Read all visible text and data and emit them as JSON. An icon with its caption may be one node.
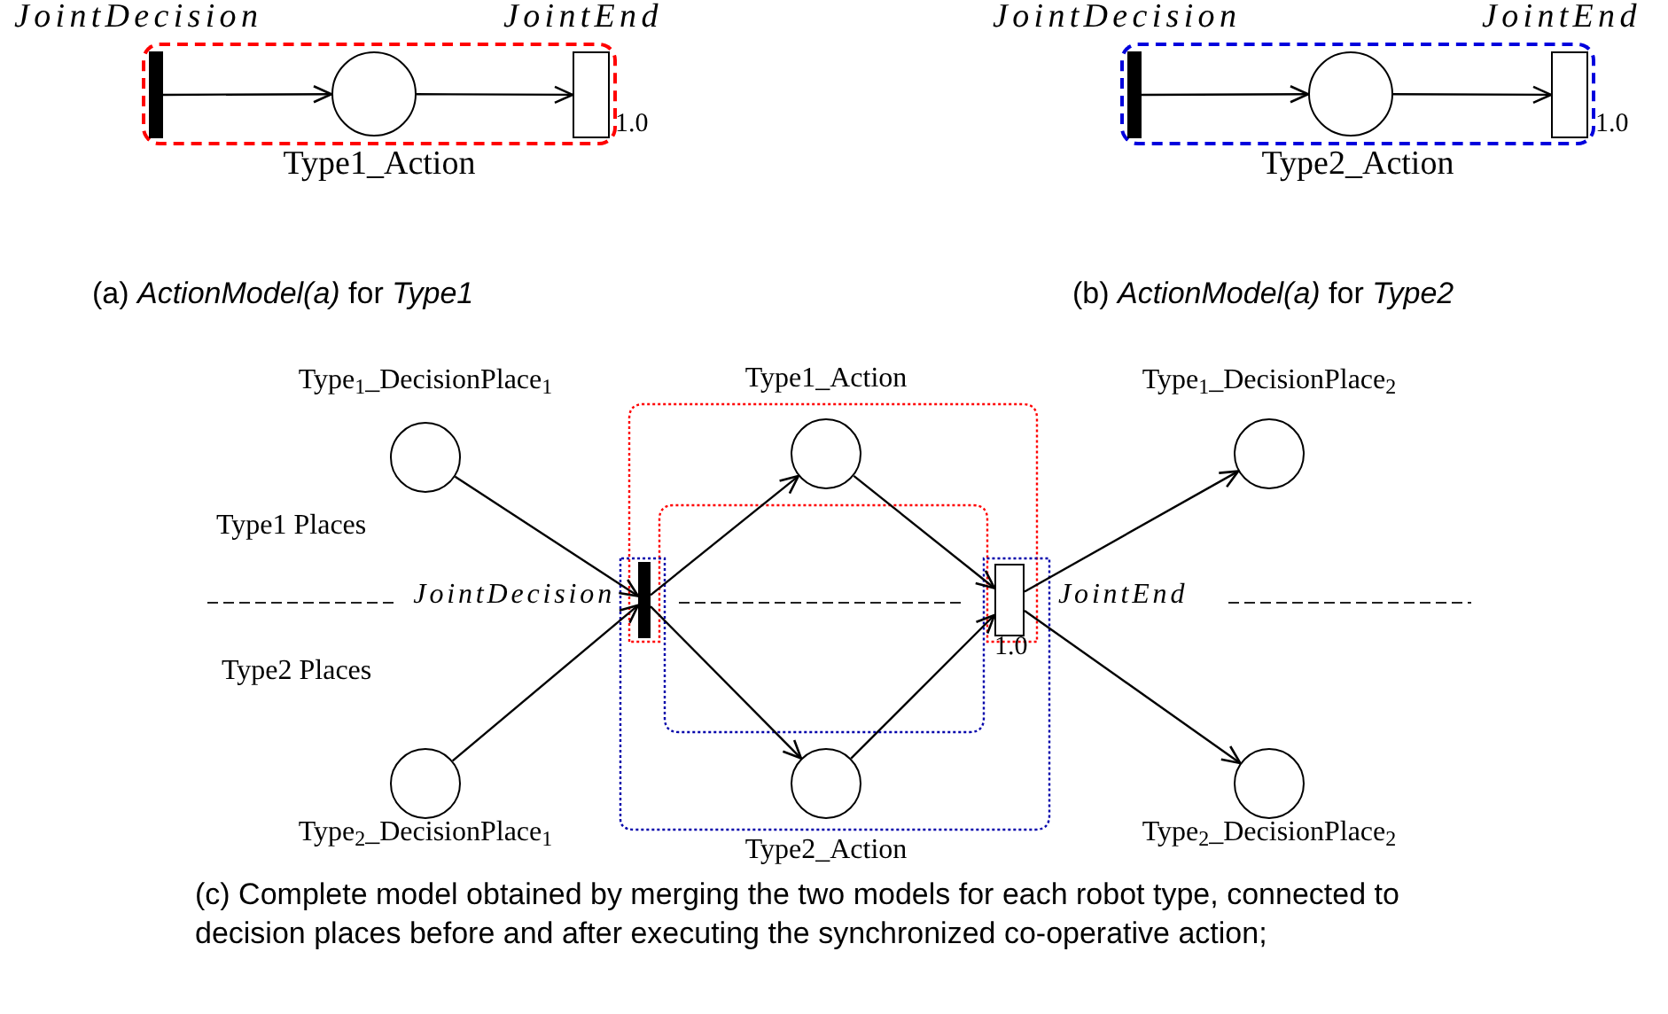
{
  "diagram": {
    "caption": "(c) Complete model obtained by merging the two models for each robot type, connected to decision places before and after executing the synchronized co-operative action;",
    "nodes": [
      {
        "text": [
          "Type1_Action"
        ]
      },
      {
        "text": [],
        "shape": "bar",
        "in": 0,
        "beside": [
          "JointDecision"
        ]
      },
      {
        "text": [],
        "shape": "circle",
        "in": 0
      },
      {
        "text": [],
        "shape": "box",
        "in": 0,
        "beside": [
          "JointEnd",
          "1.0"
        ]
      },
      {
        "text": [
          "Type2_Action"
        ]
      },
      {
        "text": [],
        "shape": "bar",
        "in": 4,
        "beside": [
          "JointDecision"
        ]
      },
      {
        "text": [],
        "shape": "circle",
        "in": 4
      },
      {
        "text": [],
        "shape": "box",
        "in": 4,
        "beside": [
          "JointEnd",
          "1.0"
        ]
      },
      {
        "text": [],
        "shape": "circle",
        "beside": [
          "Type$_{1}$_DecisionPlace$_{1}$"
        ]
      },
      {
        "text": [],
        "shape": "circle"
      },
      {
        "text": [],
        "shape": "circle",
        "beside": [
          "Type$_{1}$_DecisionPlace$_{2}$"
        ]
      },
      {
        "text": [],
        "shape": "bar",
        "beside": [
          "JointDecision"
        ]
      },
      {
        "text": [],
        "shape": "box",
        "beside": [
          "JointEnd",
          "1.0"
        ]
      },
      {
        "text": [],
        "shape": "circle",
        "beside": [
          "Type$_{2}$_DecisionPlace$_{1}$"
        ]
      },
      {
        "text": [],
        "shape": "circle"
      },
      {
        "text": [],
        "shape": "circle",
        "beside": [
          "Type$_{2}$_DecisionPlace$_{2}$"
        ]
      }
    ],
    "edges": [
      {
        "from": 1,
        "to": 2,
        "arrow": "to"
      },
      {
        "from": 2,
        "to": 3,
        "arrow": "to"
      },
      {
        "from": 5,
        "to": 6,
        "arrow": "to"
      },
      {
        "from": 6,
        "to": 7,
        "arrow": "to"
      },
      {
        "from": 8,
        "to": 11,
        "arrow": "to"
      },
      {
        "from": 13,
        "to": 11,
        "arrow": "to"
      },
      {
        "from": 11,
        "to": 9,
        "arrow": "to"
      },
      {
        "from": 11,
        "to": 14,
        "arrow": "to"
      },
      {
        "from": 9,
        "to": 12,
        "arrow": "to"
      },
      {
        "from": 14,
        "to": 12,
        "arrow": "to"
      },
      {
        "from": 12,
        "to": 10,
        "arrow": "to"
      },
      {
        "from": 12,
        "to": 15,
        "arrow": "to"
      }
    ],
    "labels": [
      "(a) *ActionModel(a)* for *Type1*",
      "(b) *ActionModel(a)* for *Type2*",
      "Type1_Action",
      "Type1 Places",
      "Type2 Places",
      "Type2_Action"
    ]
  }
}
